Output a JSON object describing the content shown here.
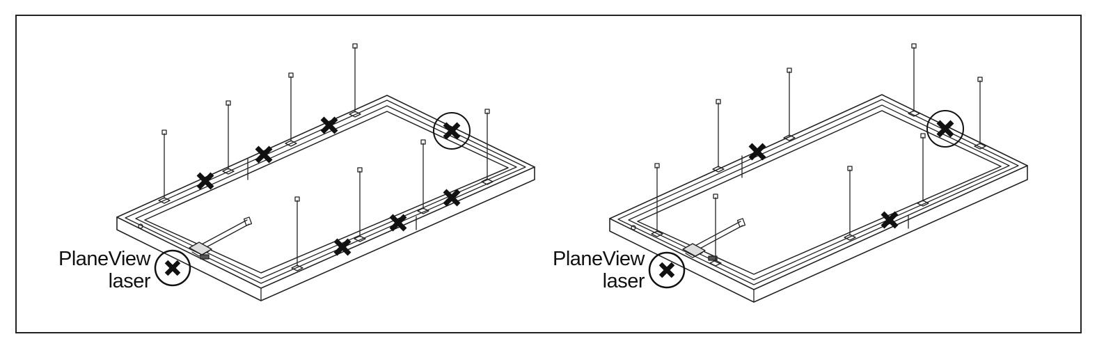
{
  "figure": {
    "left_panel": {
      "laser_label_line1": "PlaneView",
      "laser_label_line2": "laser"
    },
    "right_panel": {
      "laser_label_line1": "PlaneView",
      "laser_label_line2": "laser"
    }
  },
  "colors": {
    "line": "#222222",
    "marker": "#111111"
  },
  "icons": [
    "x-mark-icon",
    "circled-x-icon"
  ]
}
